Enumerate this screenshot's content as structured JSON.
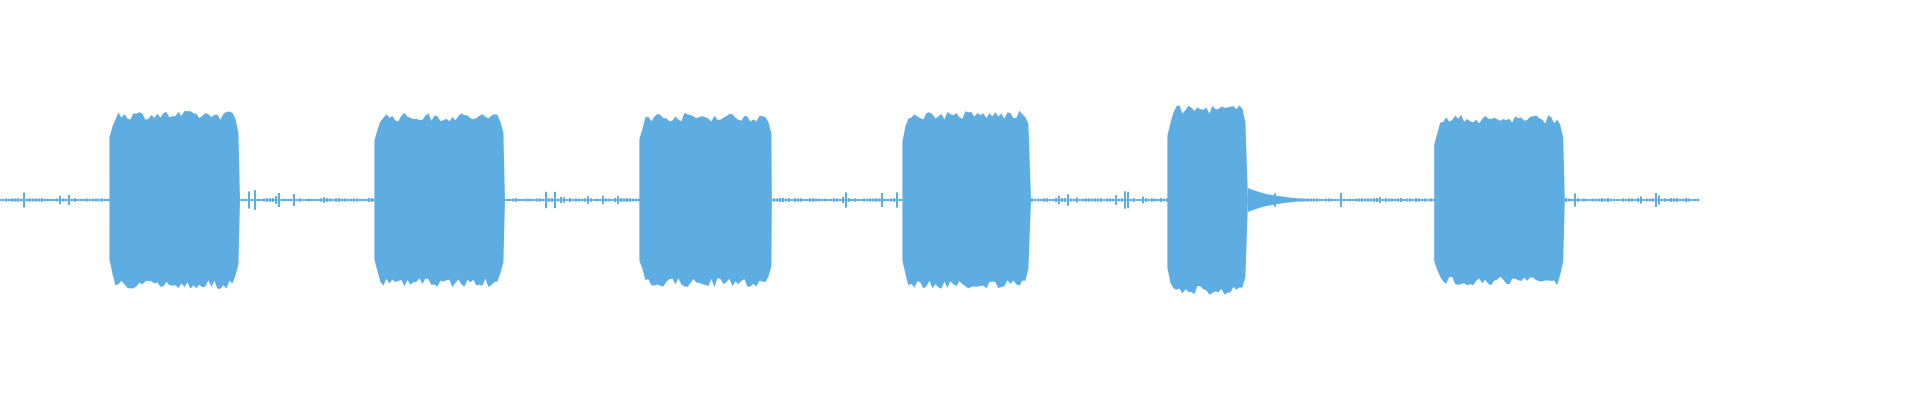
{
  "waveform": {
    "color": "#5DACE2",
    "bursts": [
      {
        "start": 0.057,
        "end": 0.125,
        "level": 0.93
      },
      {
        "start": 0.195,
        "end": 0.263,
        "level": 0.91
      },
      {
        "start": 0.333,
        "end": 0.402,
        "level": 0.91
      },
      {
        "start": 0.47,
        "end": 0.537,
        "level": 0.93
      },
      {
        "start": 0.608,
        "end": 0.65,
        "level": 0.99
      },
      {
        "start": 0.747,
        "end": 0.815,
        "level": 0.89
      }
    ],
    "signal_end": 0.885,
    "noise_level": 0.06
  }
}
